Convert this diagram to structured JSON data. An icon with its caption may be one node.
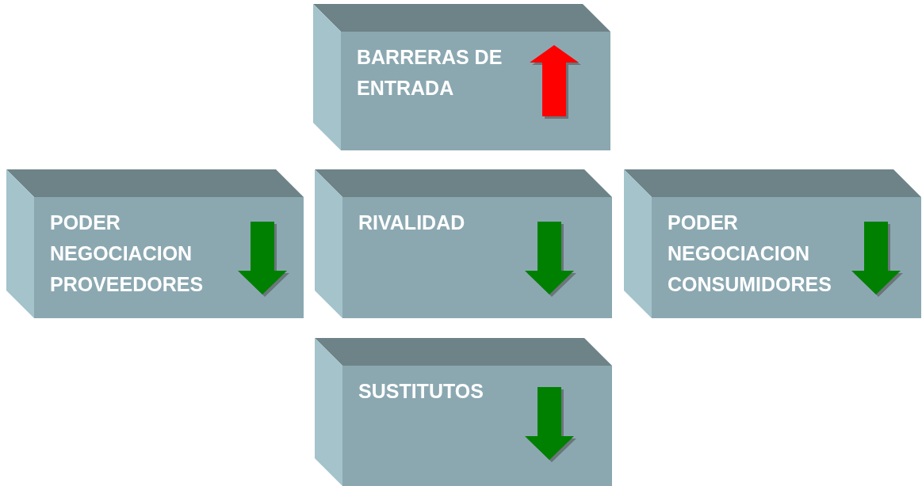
{
  "diagram": {
    "nodes": [
      {
        "text": [
          "BARRERAS DE ENTRADA"
        ]
      },
      {
        "text": [
          "PODER NEGOCIACION PROVEEDORES"
        ]
      },
      {
        "text": [
          "RIVALIDAD"
        ]
      },
      {
        "text": [
          "PODER NEGOCIACION CONSUMIDORES"
        ]
      },
      {
        "text": [
          "SUSTITUTOS"
        ]
      }
    ]
  }
}
